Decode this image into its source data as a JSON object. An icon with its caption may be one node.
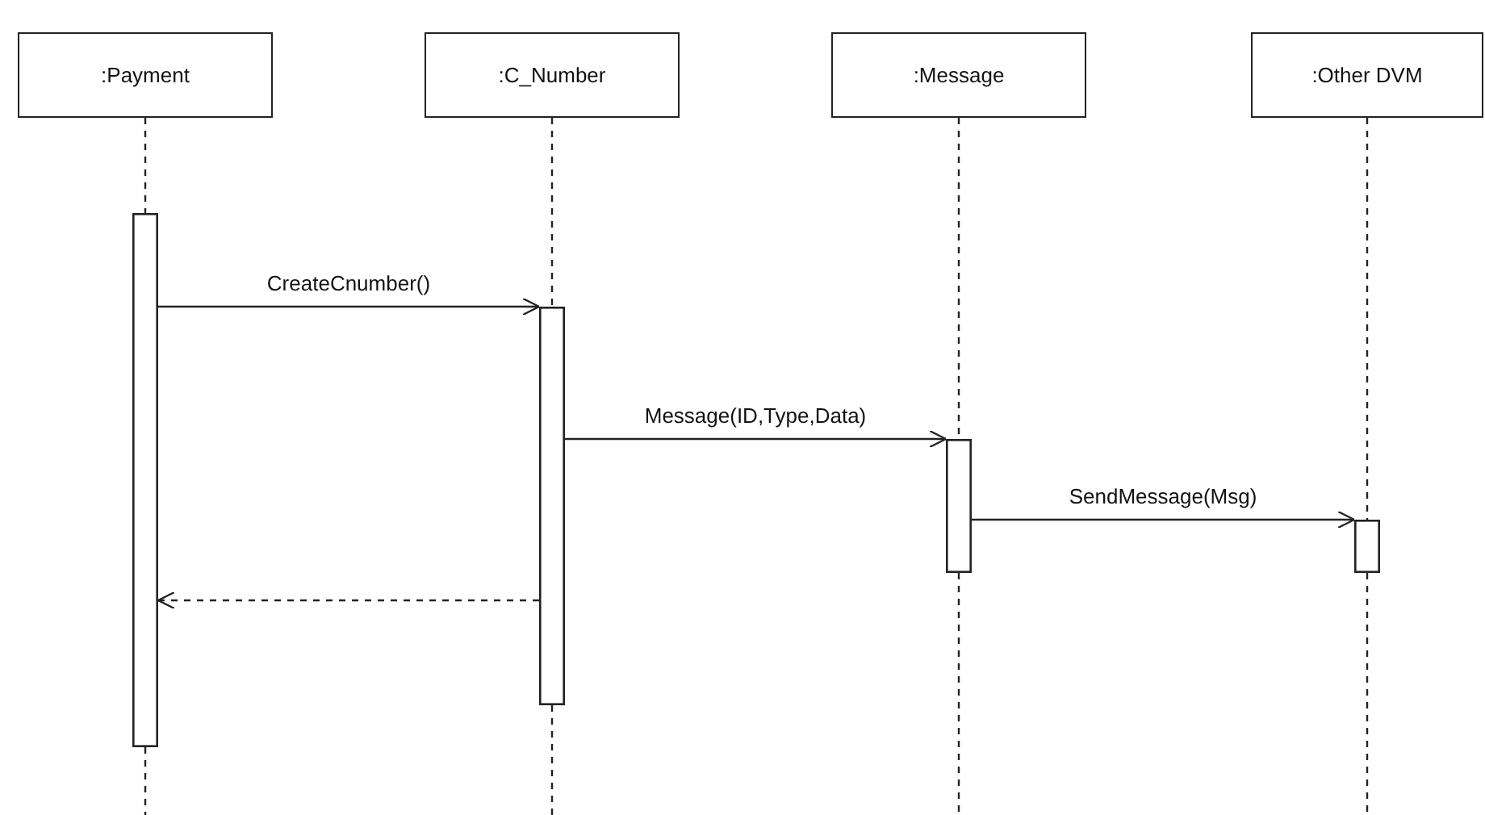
{
  "diagram": {
    "nodes": [
      {
        "text": [
          ":Payment"
        ]
      },
      {
        "text": [
          ":C_Number"
        ]
      },
      {
        "text": [
          ":Message"
        ]
      },
      {
        "text": [
          ":Other DVM"
        ]
      },
      {
        "text": [],
        "shape": "bar"
      },
      {
        "text": [],
        "shape": "bar"
      },
      {
        "text": [],
        "shape": "bar"
      },
      {
        "text": [],
        "shape": "bar"
      }
    ],
    "edges": [
      {
        "from": 4,
        "to": 5,
        "arrow": "to",
        "label": "CreateCnumber()"
      },
      {
        "from": 5,
        "to": 6,
        "arrow": "to",
        "label": "Message(ID,Type,Data)"
      },
      {
        "from": 6,
        "to": 7,
        "arrow": "to",
        "label": "SendMessage(Msg)"
      },
      {
        "from": 5,
        "to": 4,
        "arrow": "to",
        "style": "dashed"
      },
      {
        "from": 0,
        "to": 4,
        "arrow": "none",
        "style": "dashed"
      },
      {
        "from": 1,
        "to": 5,
        "arrow": "none",
        "style": "dashed"
      },
      {
        "from": 2,
        "to": 6,
        "arrow": "none",
        "style": "dashed"
      },
      {
        "from": 3,
        "to": 7,
        "arrow": "none",
        "style": "dashed"
      },
      {
        "from": 4,
        "to": null,
        "arrow": "none",
        "style": "dashed"
      },
      {
        "from": 5,
        "to": null,
        "arrow": "none",
        "style": "dashed"
      },
      {
        "from": 6,
        "to": null,
        "arrow": "none",
        "style": "dashed"
      },
      {
        "from": 7,
        "to": null,
        "arrow": "none",
        "style": "dashed"
      }
    ]
  }
}
